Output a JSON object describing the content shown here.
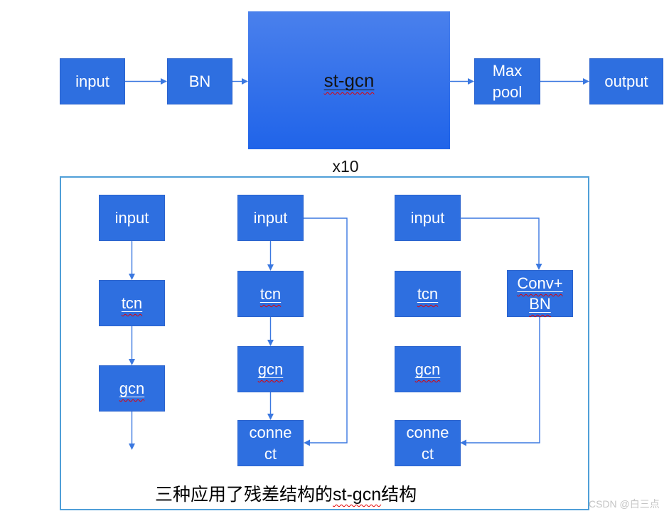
{
  "top_flow": {
    "input_label": "input",
    "bn_label": "BN",
    "stgcn_label": "st-gcn",
    "maxpool_label": "Max\npool",
    "output_label": "output",
    "repeat_label": "x10"
  },
  "residual_panel": {
    "variant1": {
      "input": "input",
      "tcn": "tcn",
      "gcn": "gcn"
    },
    "variant2": {
      "input": "input",
      "tcn": "tcn",
      "gcn": "gcn",
      "connect": "conne\nct"
    },
    "variant3": {
      "input": "input",
      "tcn": "tcn",
      "gcn": "gcn",
      "convbn": "Conv+\nBN",
      "connect": "conne\nct"
    },
    "caption": {
      "prefix": "三种应用了残差结构的",
      "term": "st-gcn",
      "suffix": "结构"
    }
  },
  "watermark": "CSDN @白三点",
  "colors": {
    "block_fill": "#2e6fe0",
    "block_gradient_top": "#4a80ec",
    "block_gradient_bottom": "#2064e9",
    "connector_blue": "#3b78e0",
    "panel_border_blue": "#4f9fd8",
    "misspell_squiggle_red": "#e60000",
    "watermark_gray": "#c4c4c4"
  }
}
